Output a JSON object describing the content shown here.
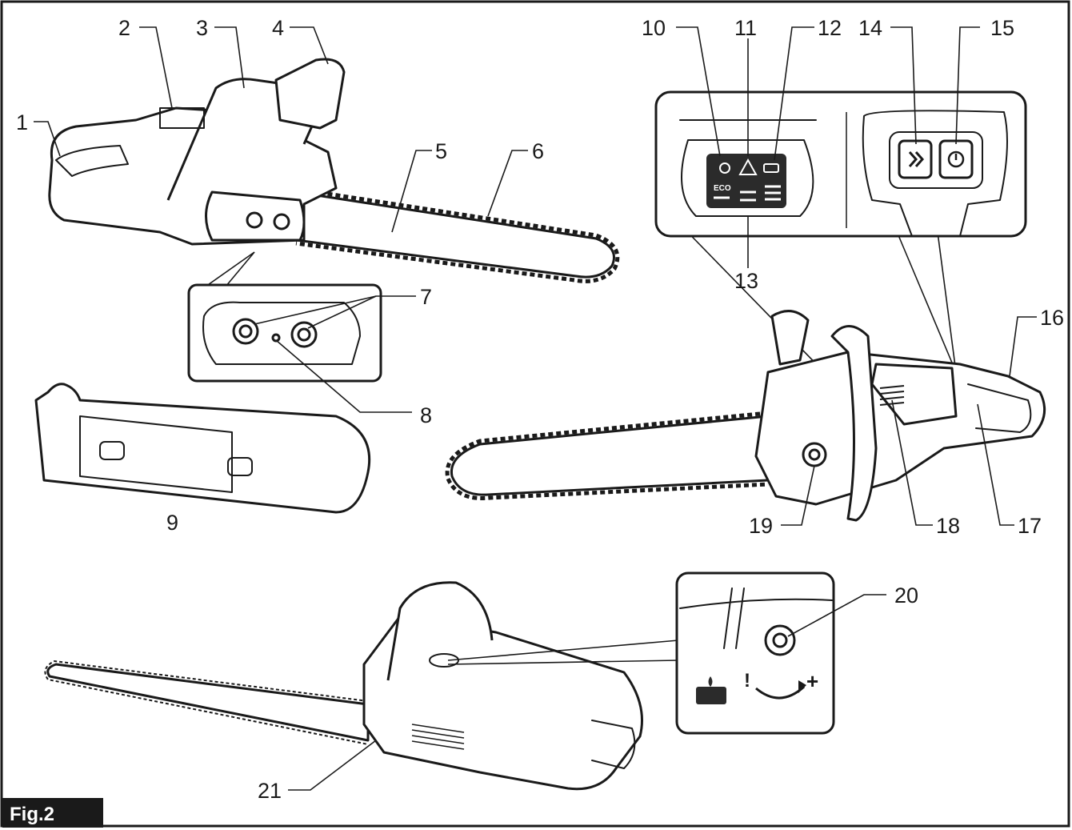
{
  "figure": {
    "label": "Fig.2"
  },
  "callouts": [
    "1",
    "2",
    "3",
    "4",
    "5",
    "6",
    "7",
    "8",
    "9",
    "10",
    "11",
    "12",
    "13",
    "14",
    "15",
    "16",
    "17",
    "18",
    "19",
    "20",
    "21"
  ],
  "panel_labels": {
    "eco": "ECO"
  },
  "icons": {
    "oil_adjust_plus": "+",
    "oil_adjust_minus": "!"
  }
}
